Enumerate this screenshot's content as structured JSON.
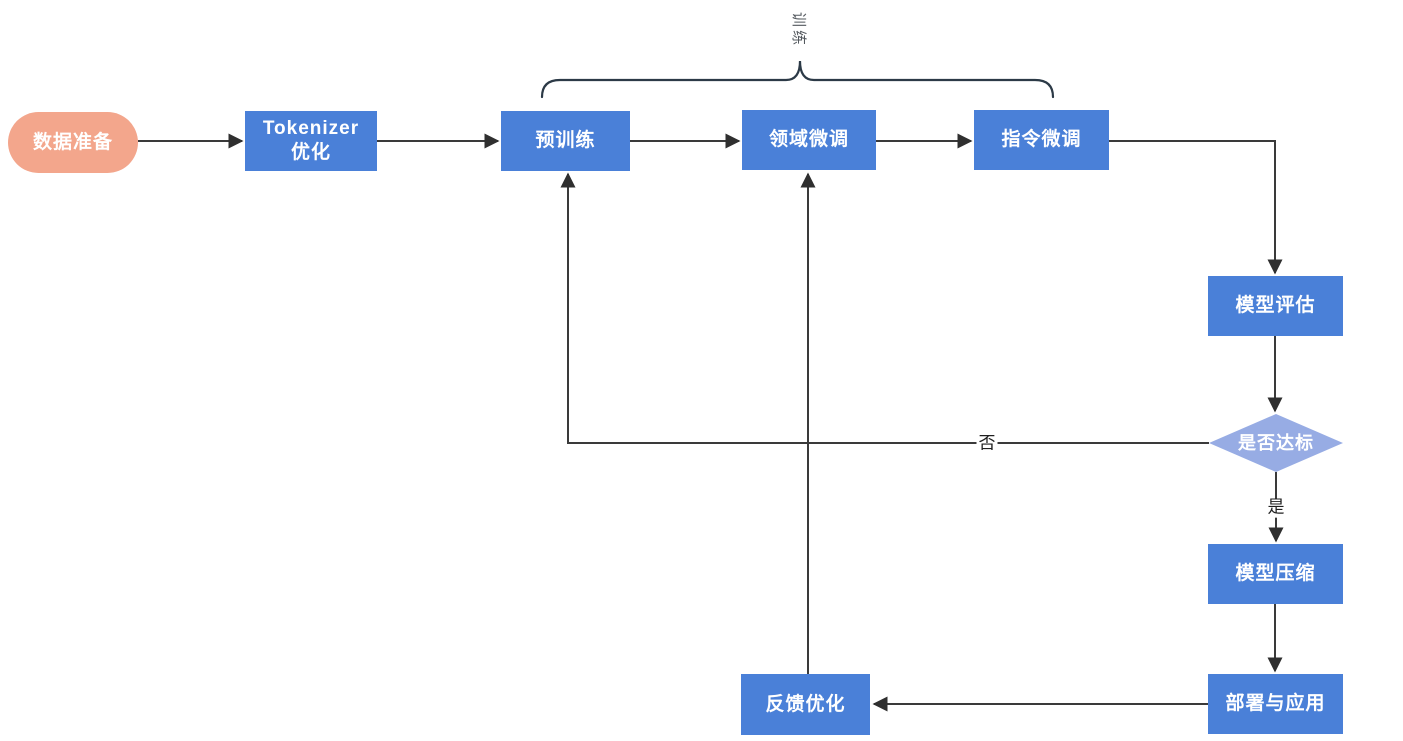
{
  "diagram": {
    "brace_label": "训练",
    "nodes": [
      {
        "id": "data-prep",
        "label": "数据准备",
        "shape": "pill"
      },
      {
        "id": "tokenizer-opt",
        "label": "Tokenizer\n优化",
        "shape": "process"
      },
      {
        "id": "pretrain",
        "label": "预训练",
        "shape": "process"
      },
      {
        "id": "domain-finetune",
        "label": "领域微调",
        "shape": "process"
      },
      {
        "id": "instruct-finetune",
        "label": "指令微调",
        "shape": "process"
      },
      {
        "id": "model-eval",
        "label": "模型评估",
        "shape": "process"
      },
      {
        "id": "decision",
        "label": "是否达标",
        "shape": "diamond"
      },
      {
        "id": "model-compress",
        "label": "模型压缩",
        "shape": "process"
      },
      {
        "id": "deploy-apply",
        "label": "部署与应用",
        "shape": "process"
      },
      {
        "id": "feedback-opt",
        "label": "反馈优化",
        "shape": "process"
      }
    ],
    "edge_labels": {
      "no": "否",
      "yes": "是"
    },
    "colors": {
      "process_fill": "#4a80d8",
      "terminator_fill": "#f3a68c",
      "decision_fill": "#97ace4",
      "edge_line": "#3a3a3a",
      "brace_line": "#2c3a47",
      "node_text": "#ffffff",
      "edge_label_text": "#1f1f1f"
    }
  }
}
